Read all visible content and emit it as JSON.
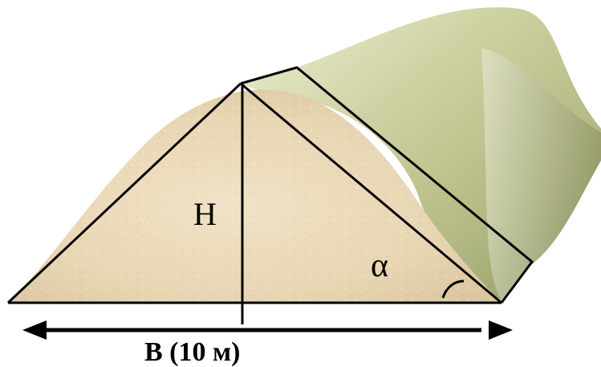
{
  "diagram": {
    "labels": {
      "height": "H",
      "angle": "α",
      "base": "B (10 м)"
    },
    "colors": {
      "sand_light": "#efe0c3",
      "sand_dark": "#d9c29b",
      "roof_light": "#e8ebc9",
      "roof_mid": "#c2c890",
      "roof_dark": "#8d9460",
      "line": "#000000"
    }
  }
}
